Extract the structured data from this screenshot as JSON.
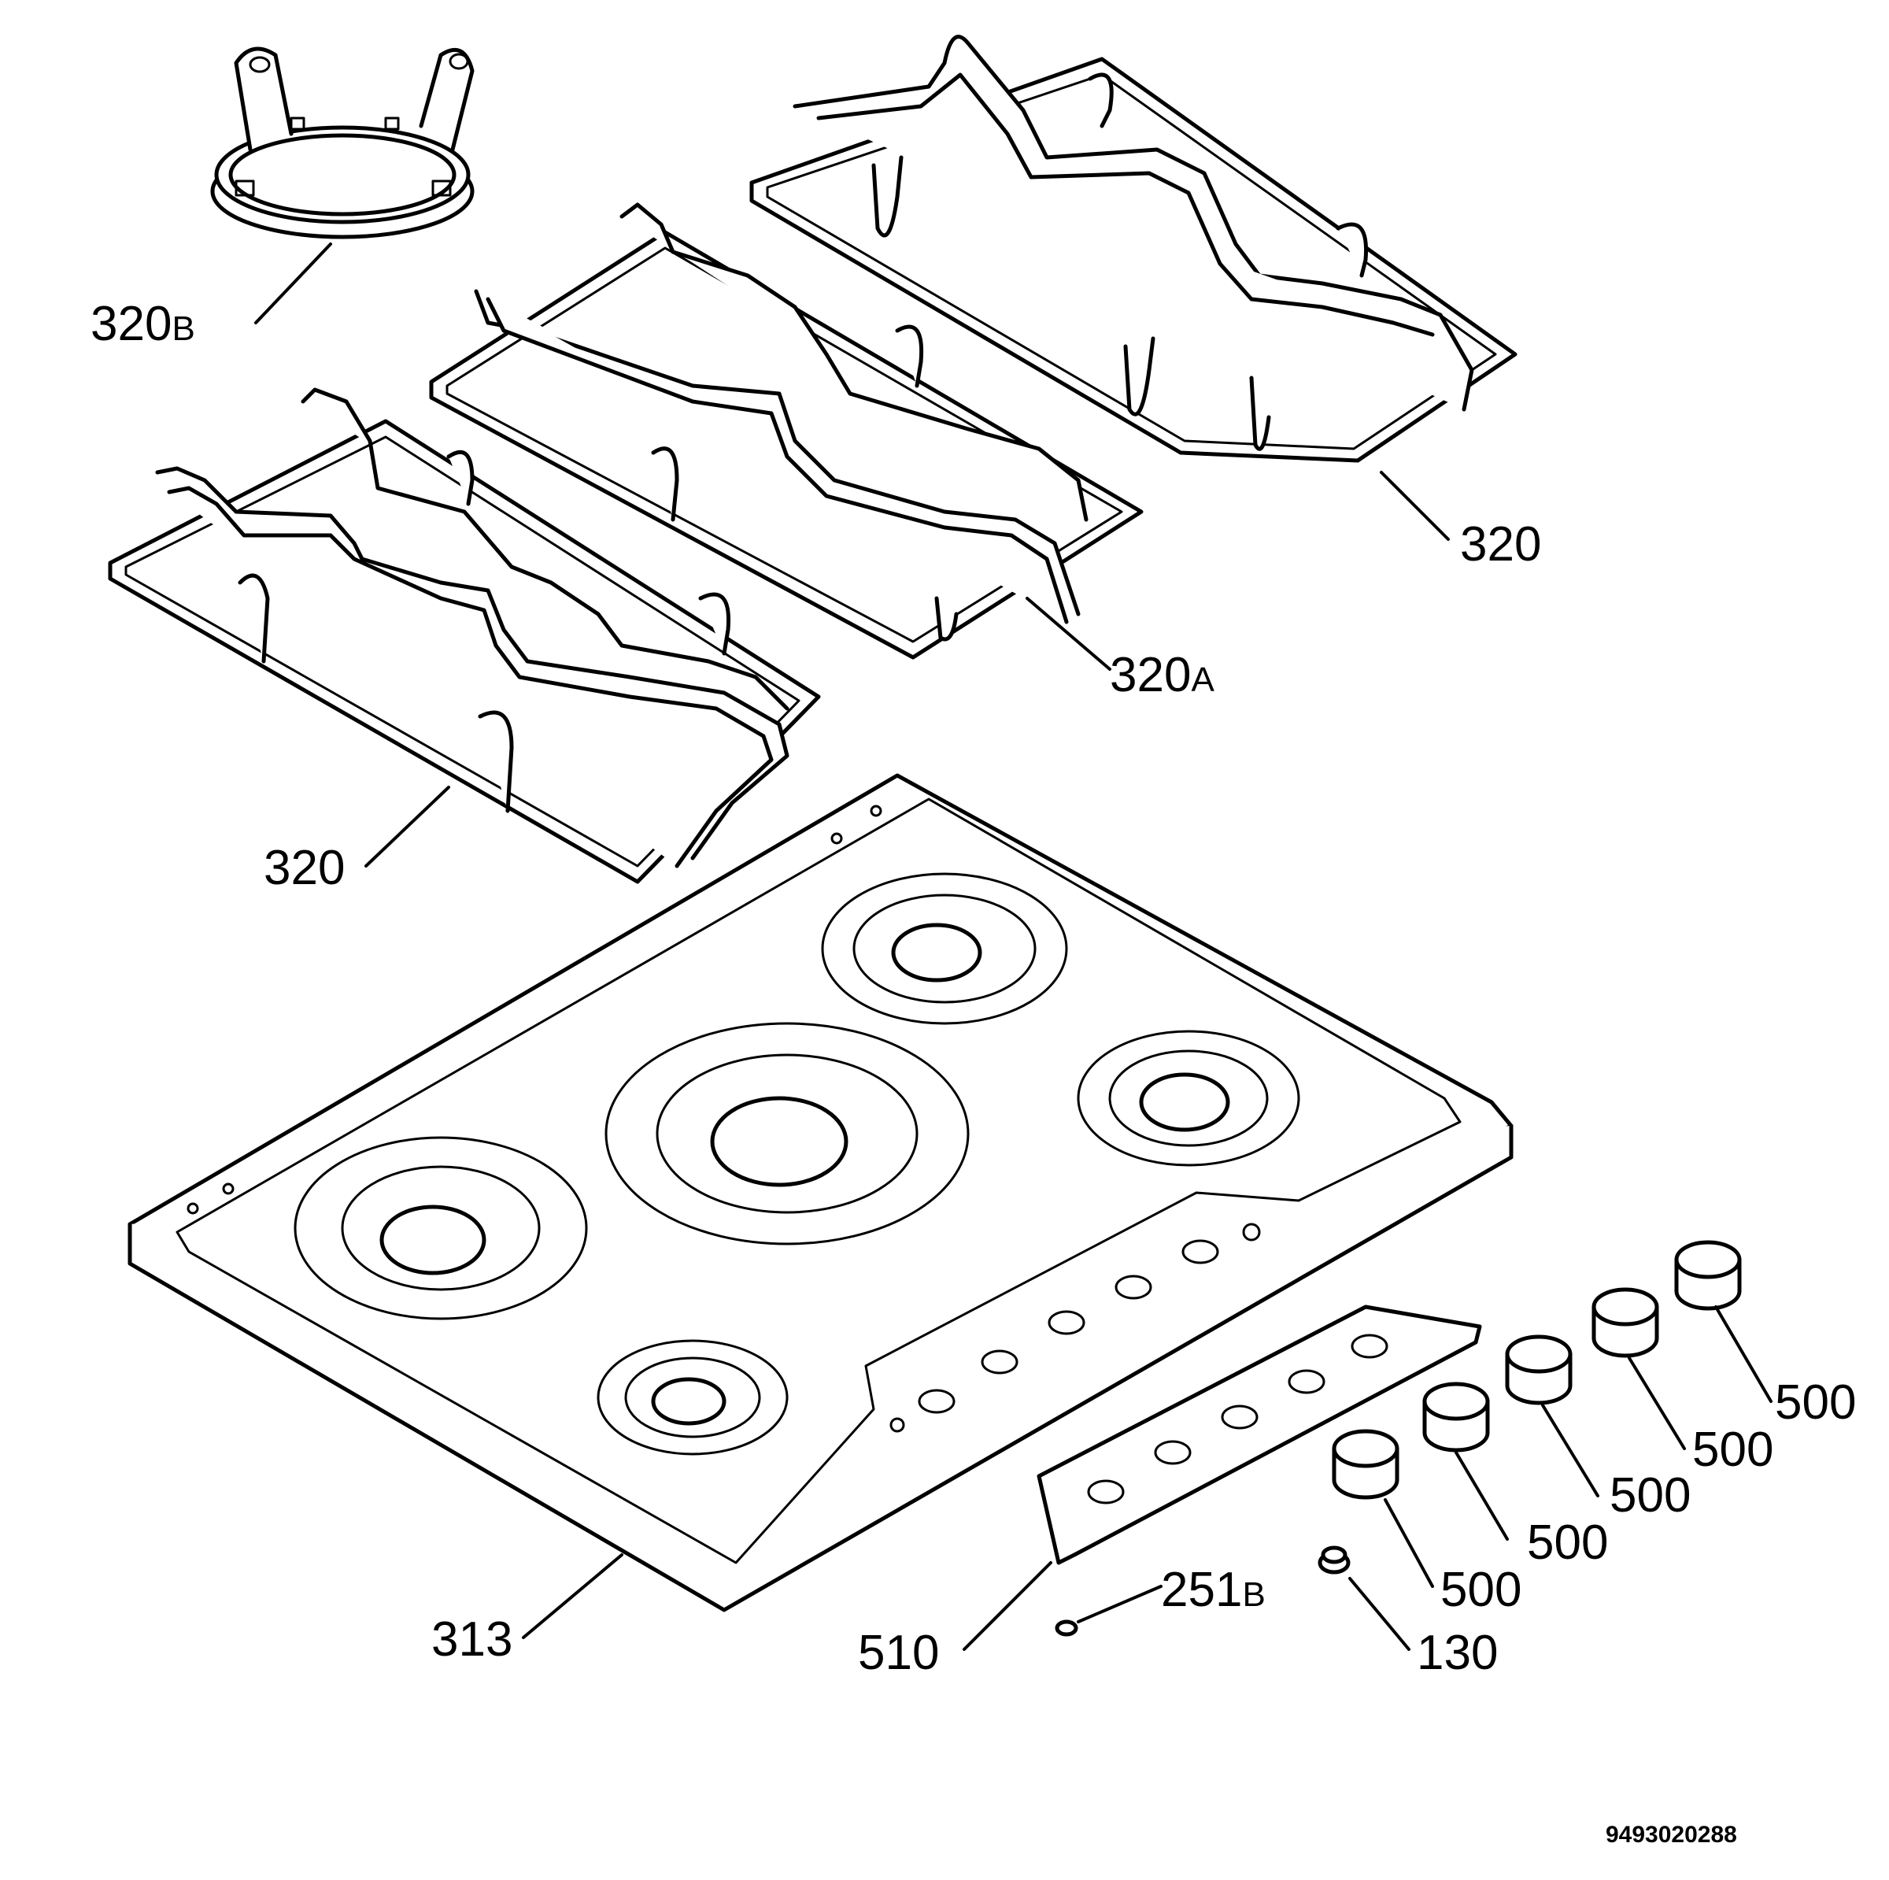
{
  "labels": {
    "ring_320b": {
      "num": "320",
      "suffix": "B"
    },
    "grid_320_top": "320",
    "grid_320a": {
      "num": "320",
      "suffix": "A"
    },
    "grid_320_left": "320",
    "hob_313": "313",
    "panel_510": "510",
    "cap_251b": {
      "num": "251",
      "suffix": "B"
    },
    "knob_500_a": "500",
    "knob_500_b": "500",
    "knob_500_c": "500",
    "knob_500_d": "500",
    "knob_500_e": "500",
    "bush_130": "130"
  },
  "document_number": "9493020288"
}
